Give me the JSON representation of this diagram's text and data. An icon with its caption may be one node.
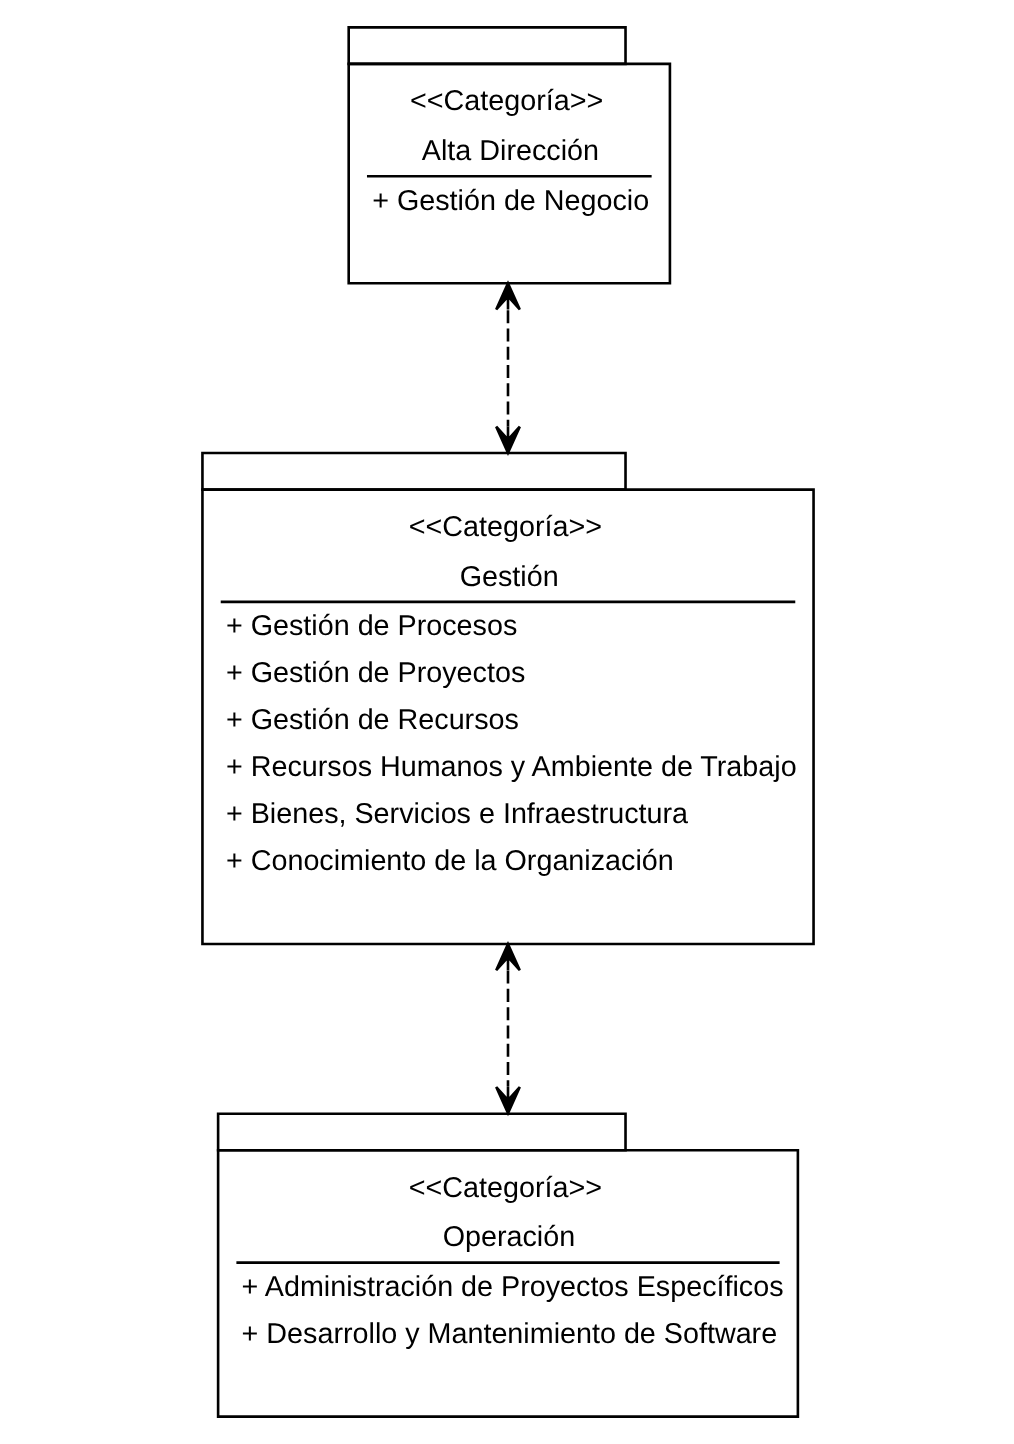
{
  "diagram": {
    "nodes": [
      {
        "text": [
          "<<Categoría>>",
          "Alta Dirección",
          "+ Gestión de Negocio"
        ]
      },
      {
        "text": [
          "<<Categoría>>",
          "Gestión",
          "+ Gestión de Procesos",
          "+ Gestión de Proyectos",
          "+ Gestión de Recursos",
          "+ Recursos Humanos y Ambiente de Trabajo",
          "+ Bienes, Servicios e Infraestructura",
          "+ Conocimiento de la Organización"
        ]
      },
      {
        "text": [
          "<<Categoría>>",
          "Operación",
          "+ Administración de Proyectos Específicos",
          "+ Desarrollo y Mantenimiento de Software"
        ]
      }
    ],
    "edges": [
      {
        "from": 0,
        "to": 1,
        "arrow": "both",
        "style": "dashed"
      },
      {
        "from": 1,
        "to": 2,
        "arrow": "both",
        "style": "dashed"
      }
    ]
  }
}
